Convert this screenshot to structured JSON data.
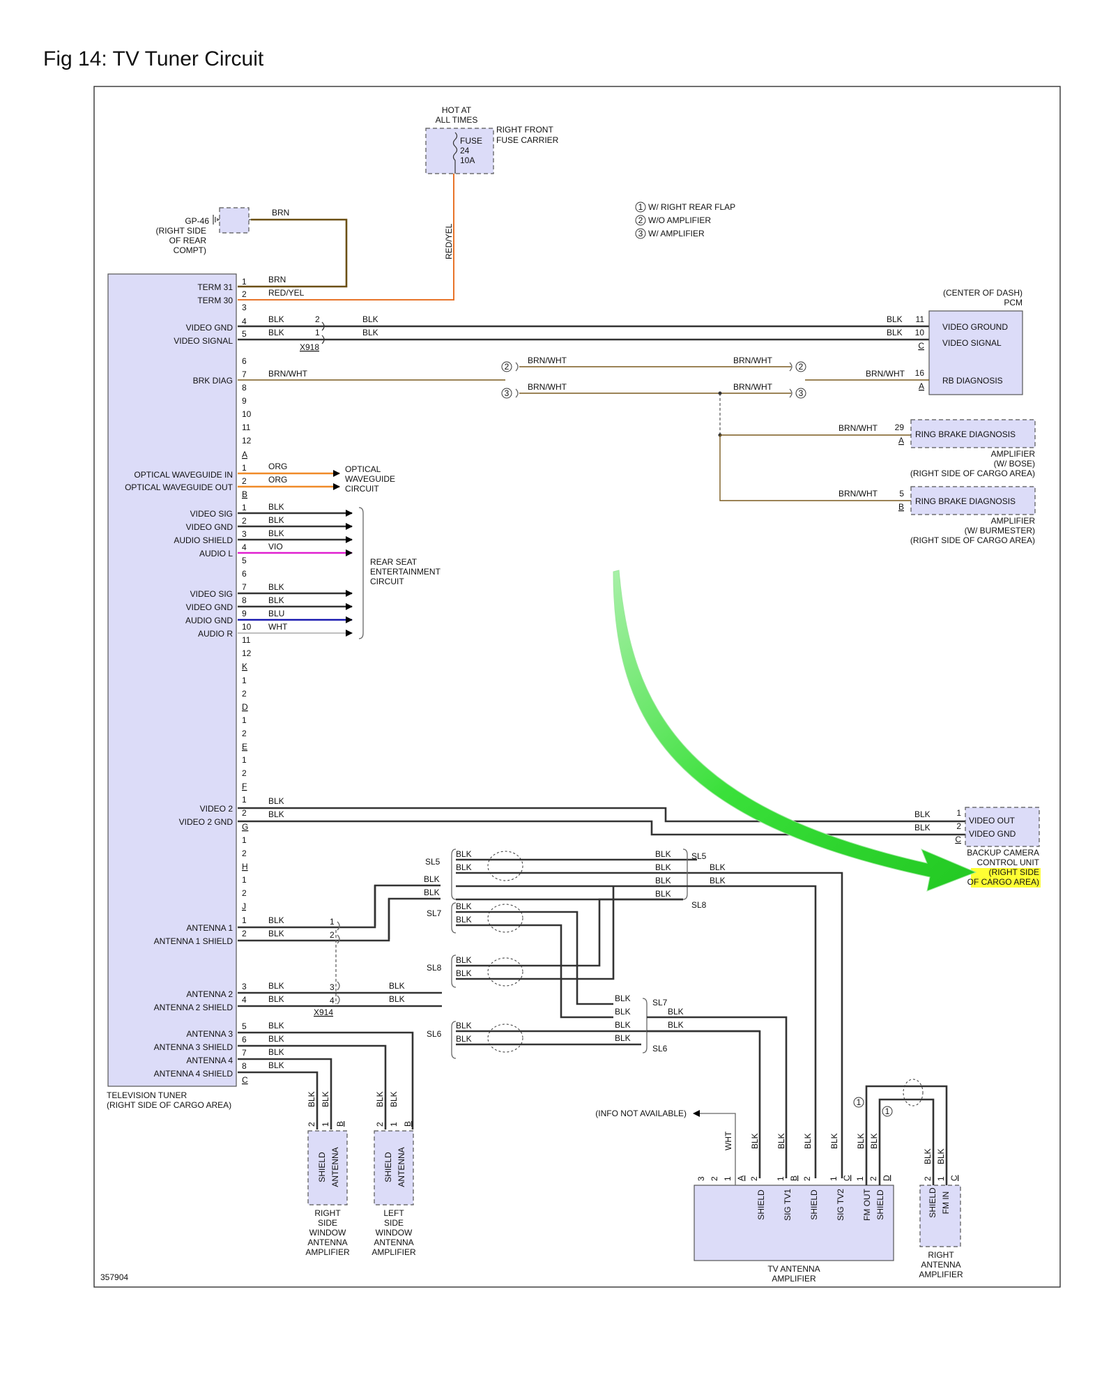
{
  "title": "Fig 14: TV Tuner Circuit",
  "figure_id": "357904",
  "colors": {
    "component_fill": "#dcdcf8",
    "wire_blk": "#333333",
    "wire_brn": "#6b4f12",
    "wire_red_yel": "#e8742a",
    "wire_org": "#f08a28",
    "wire_vio": "#e020d0",
    "wire_blu": "#1a1ab0",
    "wire_brn_wht": "#8a6a2a",
    "arrow": "#3ae03a",
    "highlight": "#ffff33"
  },
  "fuse": {
    "hot": "HOT AT",
    "all": "ALL TIMES",
    "fuse": "FUSE",
    "num": "24",
    "amp": "10A",
    "carrier_1": "RIGHT FRONT",
    "carrier_2": "FUSE CARRIER"
  },
  "ground": {
    "id": "GP-46",
    "loc_1": "(RIGHT SIDE",
    "loc_2": "OF REAR",
    "loc_3": "COMPT)"
  },
  "legend": {
    "n1": "1",
    "n2": "2",
    "n3": "3",
    "l1": "W/ RIGHT REAR FLAP",
    "l2": "W/O AMPLIFIER",
    "l3": "W/ AMPLIFIER"
  },
  "wires": {
    "brn": "BRN",
    "red_yel": "RED/YEL",
    "blk": "BLK",
    "brn_wht": "BRN/WHT",
    "org": "ORG",
    "vio": "VIO",
    "blu": "BLU",
    "wht": "WHT"
  },
  "tuner": {
    "name": "TELEVISION TUNER",
    "loc": "(RIGHT SIDE OF CARGO AREA)",
    "labels": {
      "term31": "TERM 31",
      "term30": "TERM 30",
      "vgnd": "VIDEO GND",
      "vsig": "VIDEO SIGNAL",
      "brk": "BRK DIAG",
      "owin": "OPTICAL WAVEGUIDE IN",
      "owout": "OPTICAL WAVEGUIDE OUT",
      "video_sig": "VIDEO SIG",
      "video_gnd": "VIDEO GND",
      "audio_shield": "AUDIO SHIELD",
      "audio_l": "AUDIO L",
      "audio_gnd": "AUDIO GND",
      "audio_r": "AUDIO R",
      "video2": "VIDEO 2",
      "video2gnd": "VIDEO 2 GND",
      "ant1": "ANTENNA 1",
      "ant1s": "ANTENNA 1 SHIELD",
      "ant2": "ANTENNA 2",
      "ant2s": "ANTENNA 2 SHIELD",
      "ant3": "ANTENNA 3",
      "ant3s": "ANTENNA 3 SHIELD",
      "ant4": "ANTENNA 4",
      "ant4s": "ANTENNA 4 SHIELD"
    },
    "connectors": {
      "a": "A",
      "b": "B",
      "c": "C",
      "d": "D",
      "e": "E",
      "f": "F",
      "g": "G",
      "h": "H",
      "j": "J",
      "k": "K"
    }
  },
  "splices": {
    "x918": "X918",
    "x914": "X914",
    "sl5": "SL5",
    "sl6": "SL6",
    "sl7": "SL7",
    "sl8": "SL8"
  },
  "pcm": {
    "loc": "(CENTER OF DASH)",
    "name": "PCM",
    "vg": "VIDEO GROUND",
    "vs": "VIDEO SIGNAL",
    "rb": "RB DIAGNOSIS",
    "pin11": "11",
    "pin10": "10",
    "pin16": "16",
    "c": "C",
    "a": "A"
  },
  "ring_bose": {
    "label": "RING BRAKE DIAGNOSIS",
    "pin": "29",
    "conn": "A",
    "n1": "AMPLIFIER",
    "n2": "(W/ BOSE)",
    "n3": "(RIGHT SIDE OF CARGO AREA)"
  },
  "ring_burm": {
    "label": "RING BRAKE DIAGNOSIS",
    "pin": "5",
    "conn": "B",
    "n1": "AMPLIFIER",
    "n2": "(W/ BURMESTER)",
    "n3": "(RIGHT SIDE OF CARGO AREA)"
  },
  "optical": {
    "l1": "OPTICAL",
    "l2": "WAVEGUIDE",
    "l3": "CIRCUIT"
  },
  "rse": {
    "l1": "REAR SEAT",
    "l2": "ENTERTAINMENT",
    "l3": "CIRCUIT"
  },
  "camera": {
    "vo": "VIDEO OUT",
    "vg": "VIDEO GND",
    "n1": "BACKUP CAMERA",
    "n2": "CONTROL UNIT",
    "n3": "(RIGHT SIDE",
    "n4": "OF CARGO AREA)"
  },
  "rsw": {
    "shield": "SHIELD",
    "antenna": "ANTENNA",
    "n1": "RIGHT",
    "n2": "SIDE",
    "n3": "WINDOW",
    "n4": "ANTENNA",
    "n5": "AMPLIFIER"
  },
  "lsw": {
    "shield": "SHIELD",
    "antenna": "ANTENNA",
    "n1": "LEFT",
    "n2": "SIDE",
    "n3": "WINDOW",
    "n4": "ANTENNA",
    "n5": "AMPLIFIER"
  },
  "tvamp": {
    "shield": "SHIELD",
    "sigtv1": "SIG TV1",
    "sigtv2": "SIG TV2",
    "fmout": "FM OUT",
    "n1": "TV ANTENNA",
    "n2": "AMPLIFIER"
  },
  "rampl": {
    "shield": "SHIELD",
    "fmin": "FM IN",
    "n1": "RIGHT",
    "n2": "ANTENNA",
    "n3": "AMPLIFIER"
  },
  "info_na": "(INFO NOT AVAILABLE)"
}
